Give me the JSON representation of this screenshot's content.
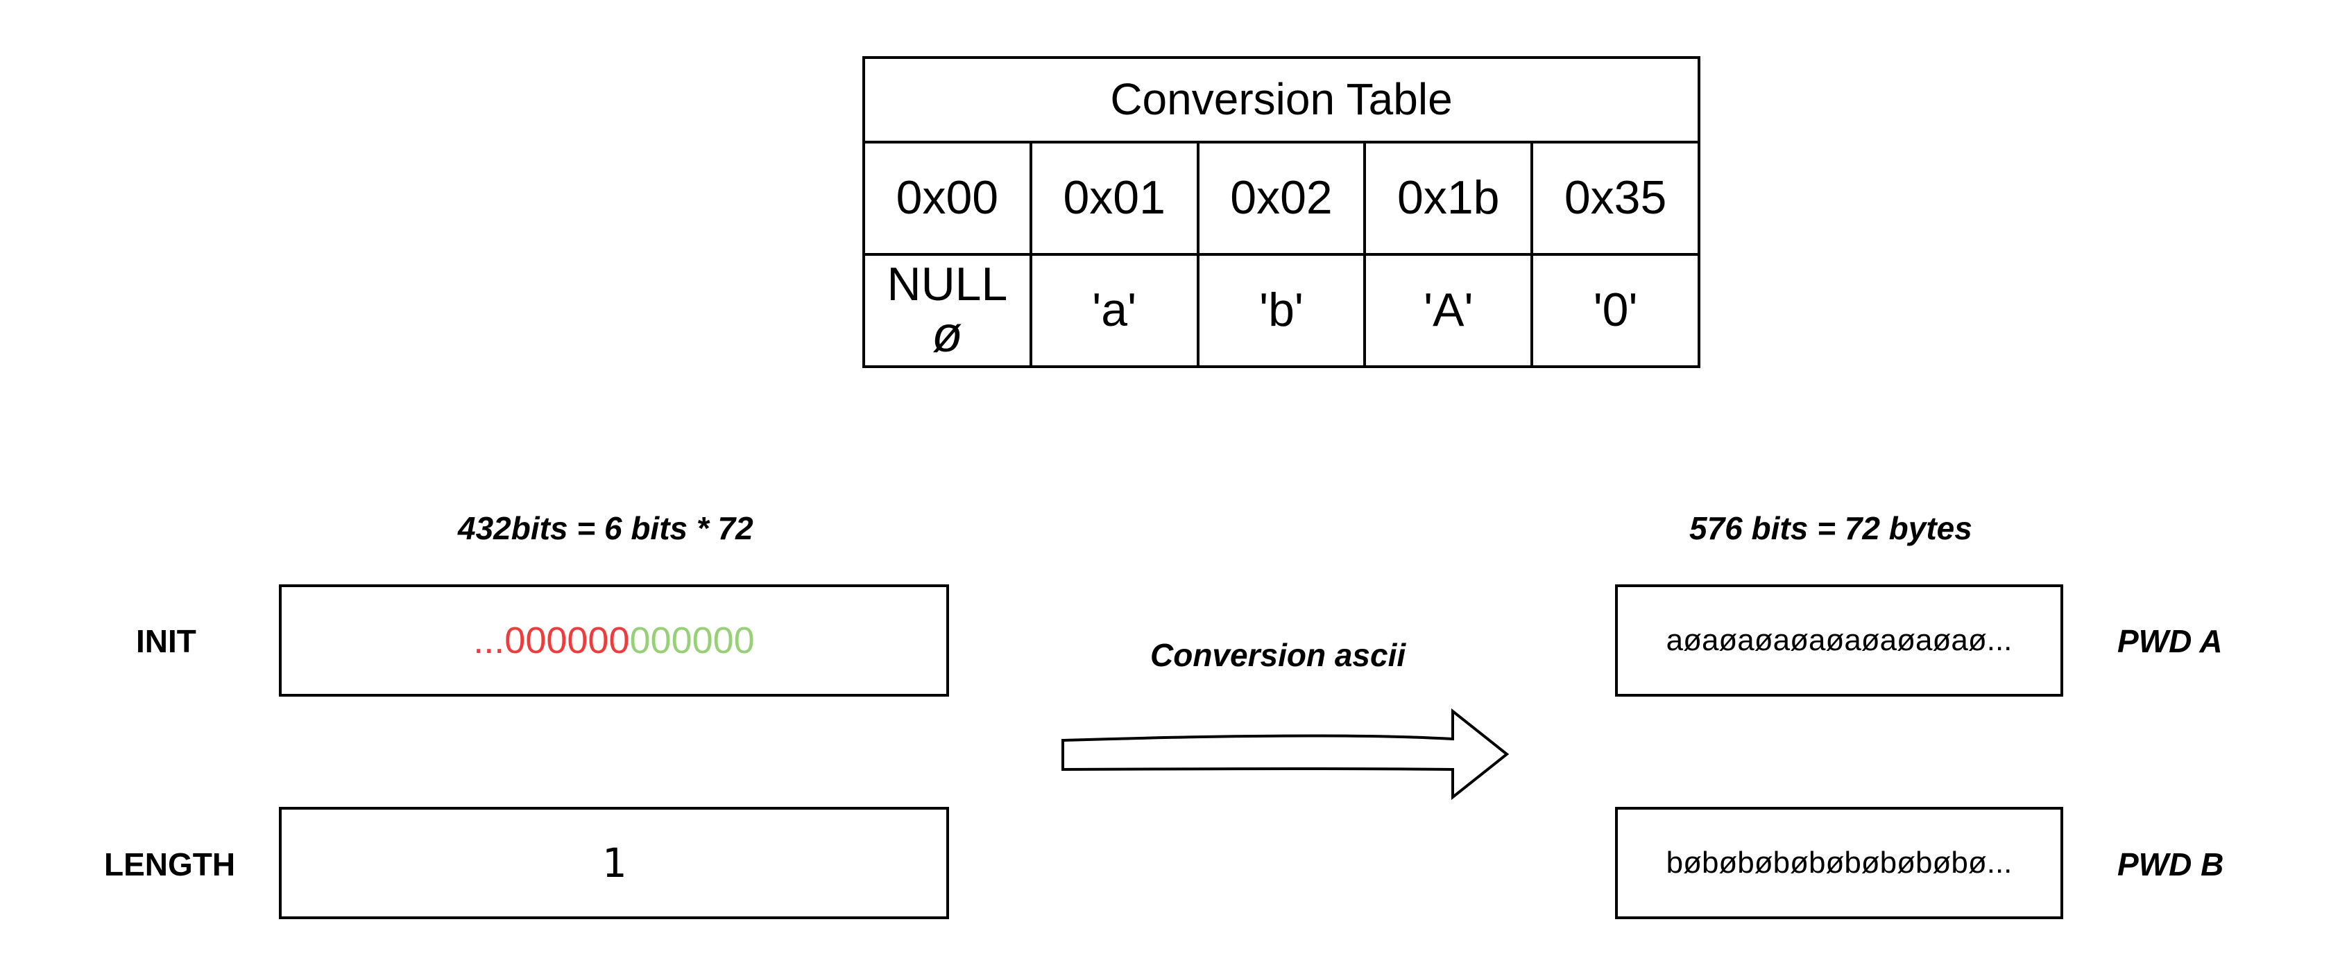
{
  "table": {
    "title": "Conversion Table",
    "hex": [
      "0x00",
      "0x01",
      "0x02",
      "0x1b",
      "0x35"
    ],
    "null_line1": "NULL",
    "null_line2": "ø",
    "chars": [
      "'a'",
      "'b'",
      "'A'",
      "'0'"
    ]
  },
  "left_caption": "432bits = 6 bits * 72",
  "right_caption": "576 bits = 72 bytes",
  "init": {
    "label": "INIT",
    "value_dots": "...",
    "value_red": "000000",
    "value_green": "000000"
  },
  "length": {
    "label": "LENGTH",
    "value": "1"
  },
  "arrow_label": "Conversion ascii",
  "pwd_a": {
    "label": "PWD A",
    "value": "aøaøaøaøaøaøaøaøaø..."
  },
  "pwd_b": {
    "label": "PWD B",
    "value": "bøbøbøbøbøbøbøbøbø..."
  },
  "colors": {
    "red": "#ee3b3b",
    "green": "#97d077"
  }
}
